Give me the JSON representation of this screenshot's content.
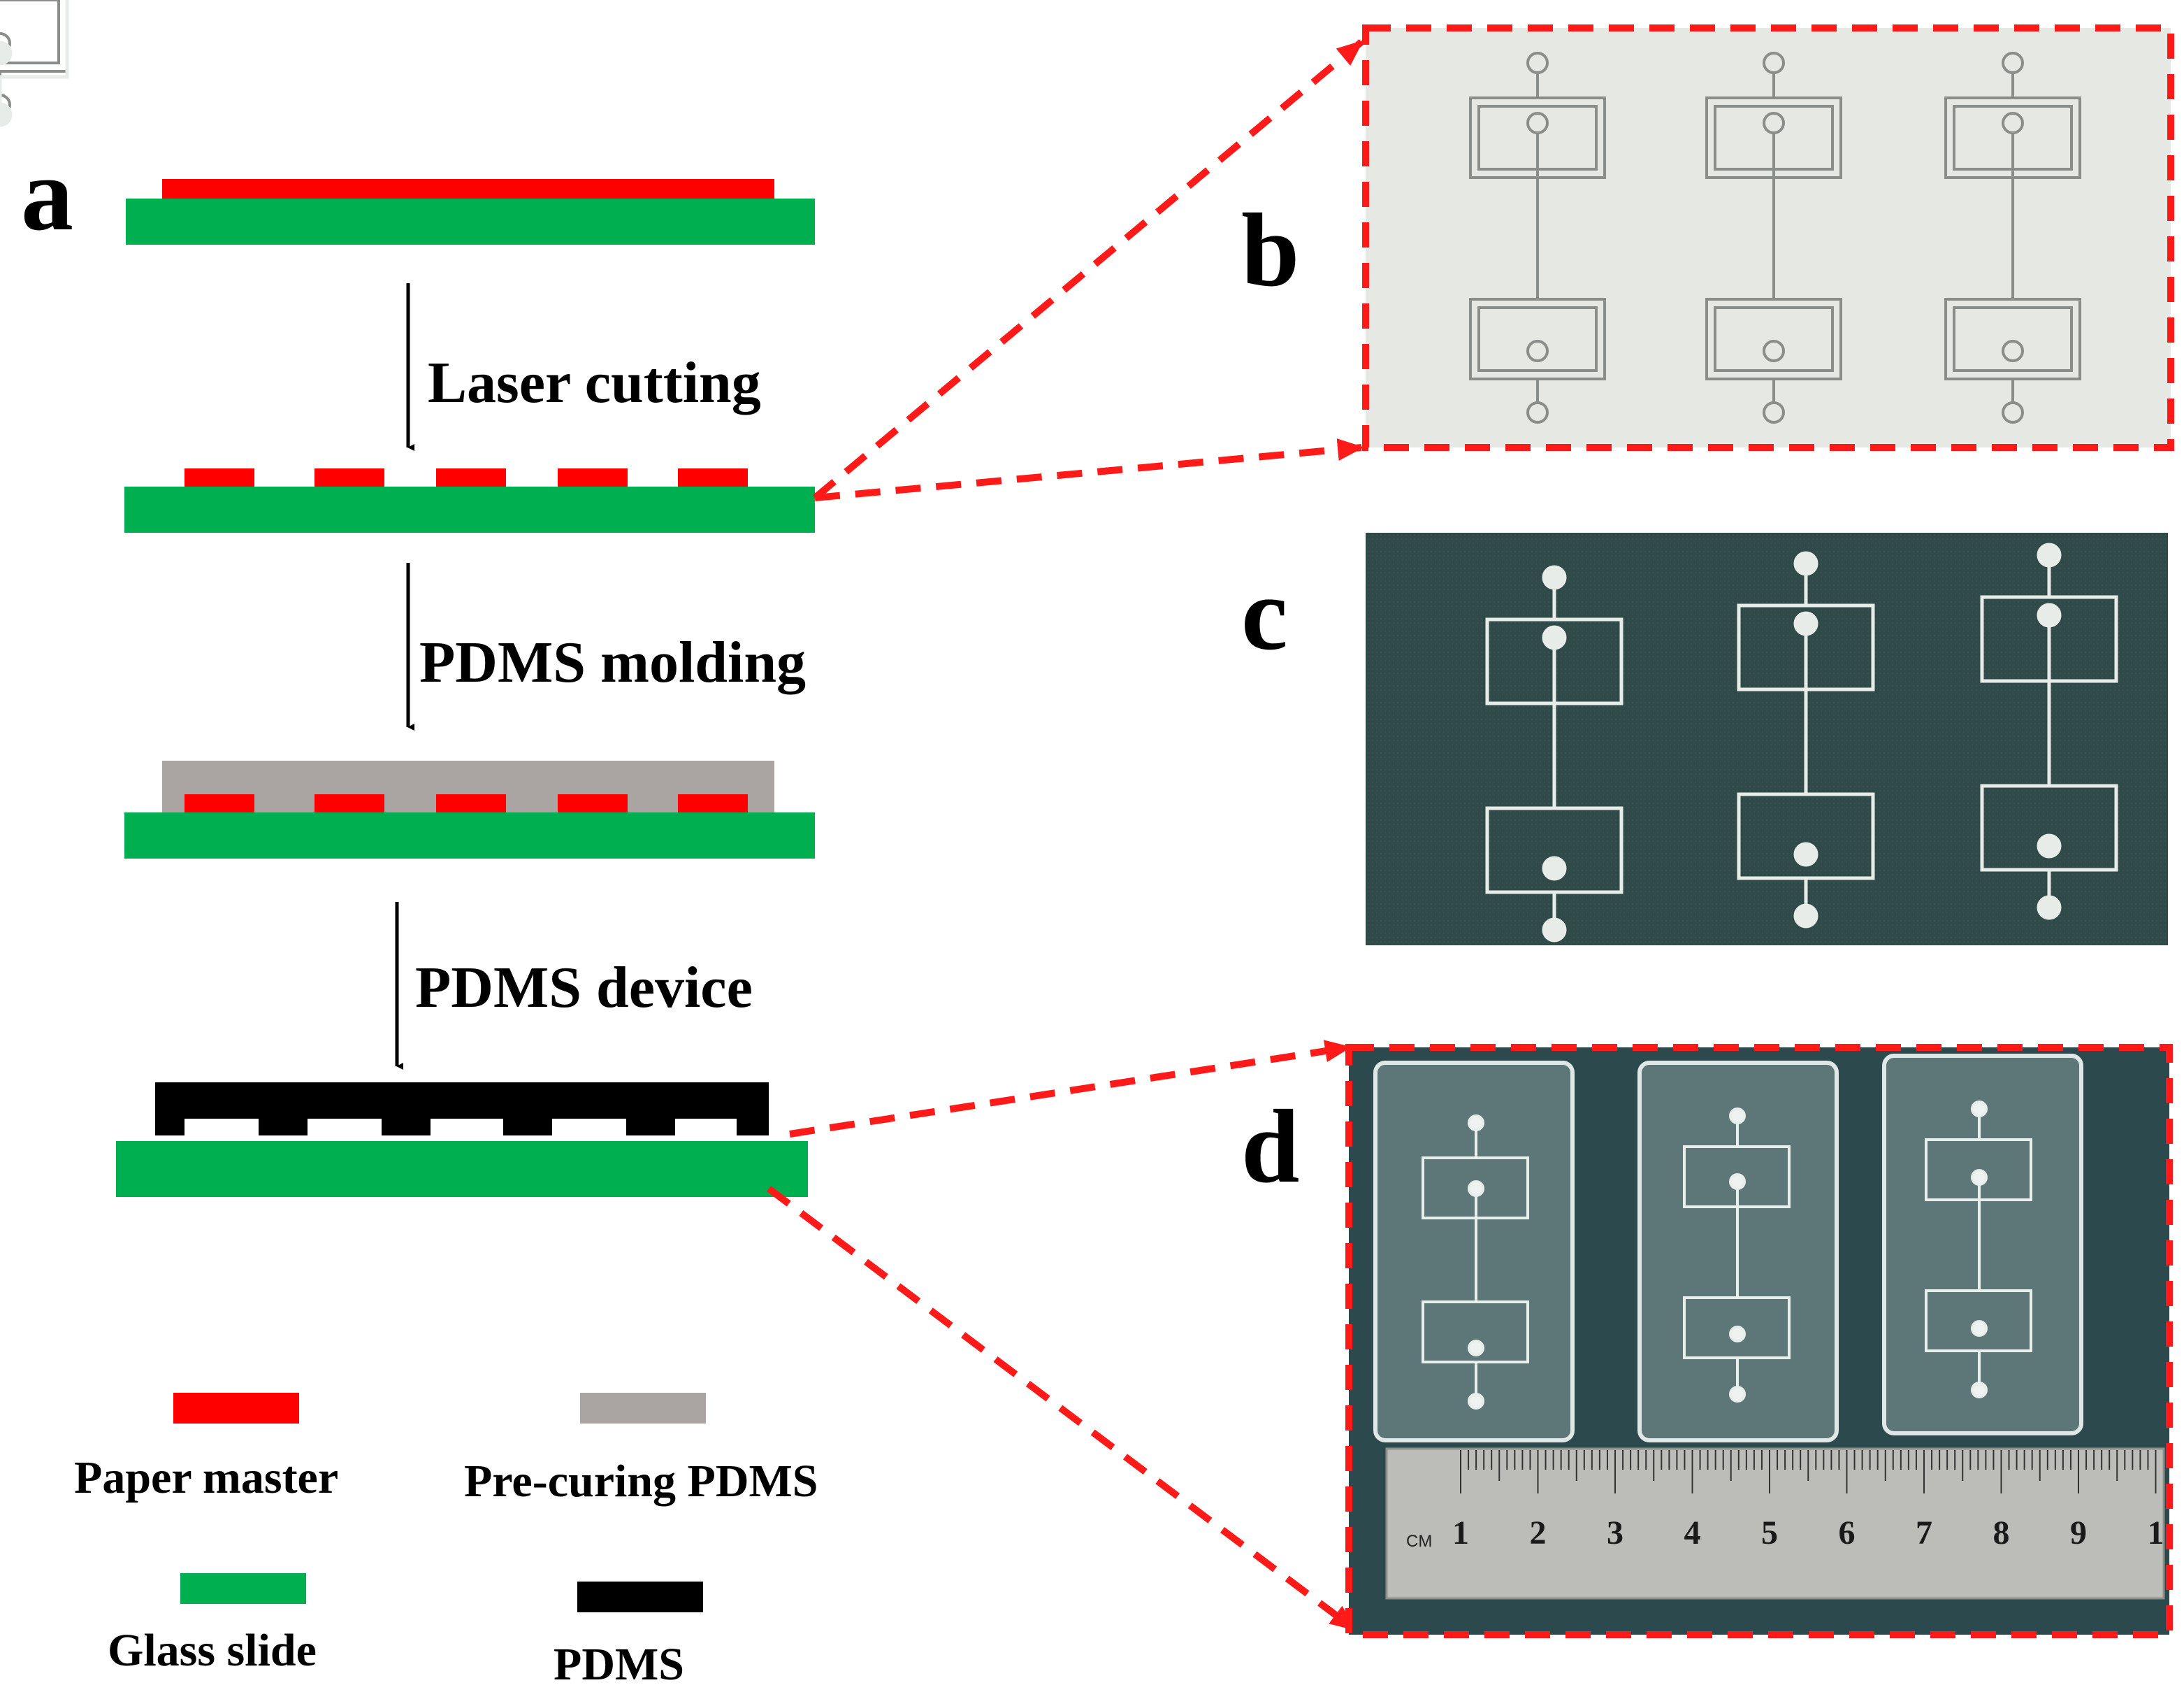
{
  "panels": {
    "a": "a",
    "b": "b",
    "c": "c",
    "d": "d"
  },
  "steps": [
    {
      "label": "Laser cutting"
    },
    {
      "label": "PDMS molding"
    },
    {
      "label": "PDMS device"
    }
  ],
  "legend": [
    {
      "label": "Paper master",
      "color": "#ff0000"
    },
    {
      "label": "Pre-curing PDMS",
      "color": "#aaa4a2"
    },
    {
      "label": "Glass slide",
      "color": "#00b050"
    },
    {
      "label": "PDMS",
      "color": "#000000"
    }
  ],
  "colors": {
    "paper_master": "#ff0000",
    "pre_curing_pdms": "#aaa4a2",
    "glass_slide": "#00b050",
    "pdms": "#000000",
    "callout_dash": "#ff1a1a",
    "photo_b_bg": "#e6e8e4",
    "photo_c_bg": "#2f4a49",
    "photo_d_bg": "#2c4a4d"
  },
  "ruler": {
    "unit_label": "CM",
    "numbers": [
      "1",
      "2",
      "3",
      "4",
      "5",
      "6",
      "7",
      "8",
      "9",
      "1"
    ]
  }
}
